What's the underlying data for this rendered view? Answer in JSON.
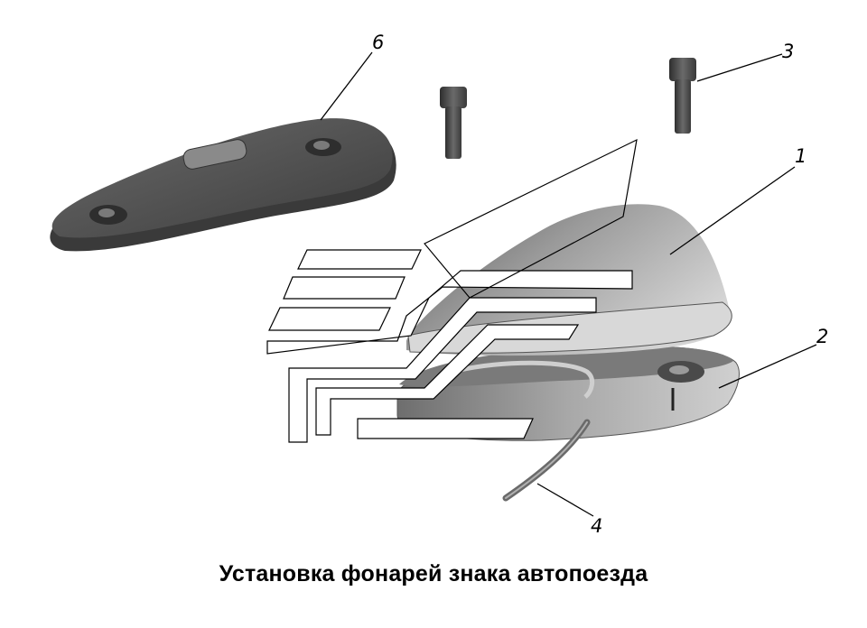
{
  "caption": "Установка фонарей знака автопоезда",
  "callouts": {
    "c1": "1",
    "c2": "2",
    "c3": "3",
    "c4": "4",
    "c6": "6"
  },
  "colors": {
    "part_dark": "#4a4a4a",
    "part_mid": "#8c8c8c",
    "part_light": "#c8c8c8",
    "line": "#000000",
    "background": "#ffffff"
  }
}
